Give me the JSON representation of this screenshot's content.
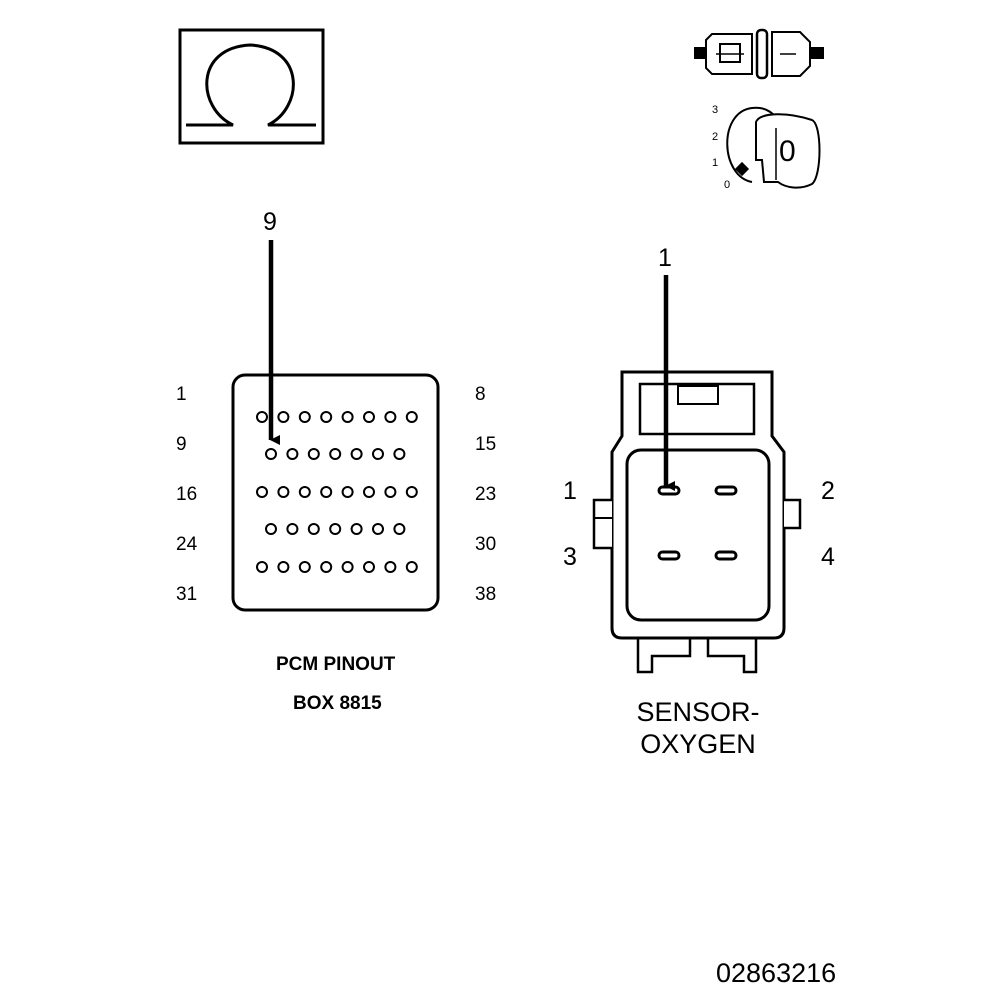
{
  "ohmmeter_symbol": "Ω",
  "ignition_switch": {
    "positions": [
      "3",
      "2",
      "1",
      "0"
    ],
    "key_label": "0"
  },
  "pcm_connector": {
    "callout_pin": "9",
    "row_labels_left": [
      "1",
      "9",
      "16",
      "24",
      "31"
    ],
    "row_labels_right": [
      "8",
      "15",
      "23",
      "30",
      "38"
    ],
    "pins_per_row": [
      8,
      7,
      8,
      7,
      8
    ],
    "caption_line1": "PCM PINOUT",
    "caption_line2": "BOX 8815"
  },
  "sensor_connector": {
    "callout_pin": "1",
    "pin_labels": [
      "1",
      "2",
      "3",
      "4"
    ],
    "caption_line1": "SENSOR-",
    "caption_line2": "OXYGEN"
  },
  "figure_id": "02863216"
}
